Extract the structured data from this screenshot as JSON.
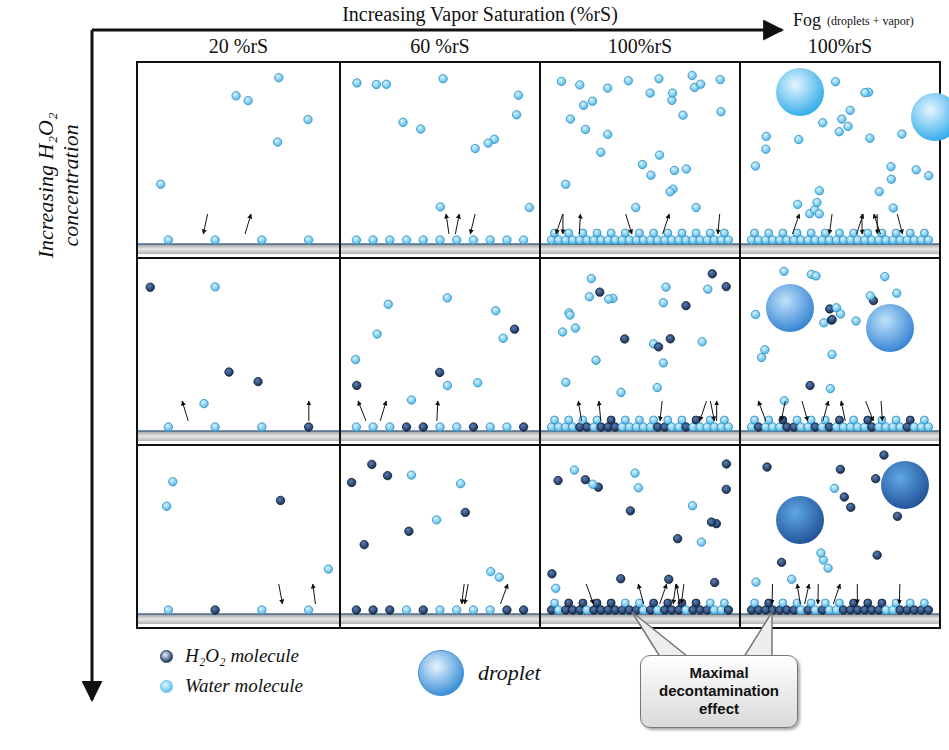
{
  "diagram": {
    "nodes": [
      {
        "text": [
          "Maximal decontamination effect"
        ]
      }
    ],
    "labels": [
      "Increasing Vapor Saturation (%rS)",
      "Fog",
      "(droplets + vapor)",
      "20 %rS",
      "60 %rS",
      "100%rS",
      "100%rS",
      "Increasing H₂O₂ concentration"
    ],
    "legend": [
      {
        "text": "H₂O₂ molecule",
        "color": "#1f3b63"
      },
      {
        "text": "Water molecule",
        "color": "#5ec3ee"
      },
      {
        "text": "droplet",
        "color": "#3b8fd6"
      }
    ]
  }
}
